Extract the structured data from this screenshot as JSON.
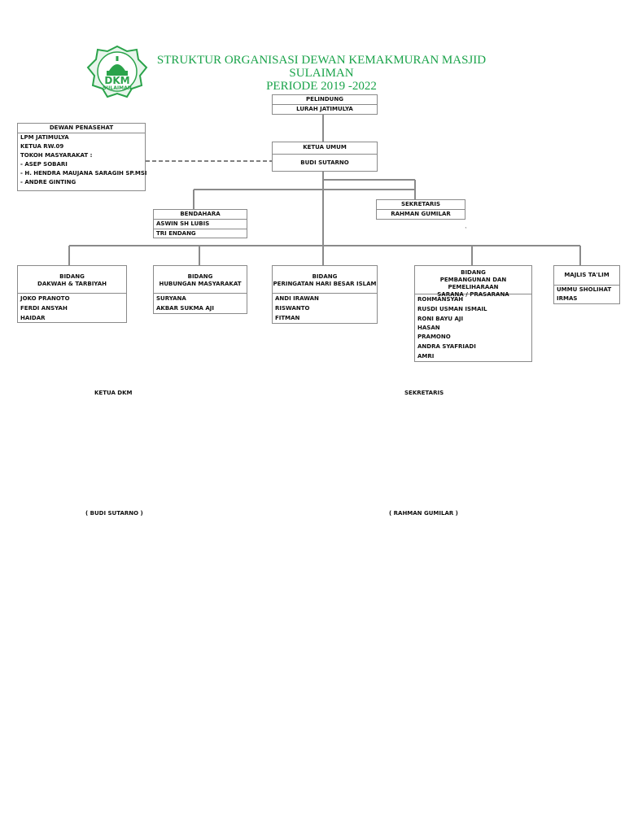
{
  "title": {
    "line1": "STRUKTUR ORGANISASI DEWAN KEMAKMURAN MASJID SULAIMAN",
    "line2": "PERIODE 2019 -2022"
  },
  "logo": {
    "icon": "mosque-logo-icon",
    "text_main": "DKM",
    "text_sub": "SULAIMAN"
  },
  "pelindung": {
    "header": "PELINDUNG",
    "members": [
      "LURAH JATIMULYA"
    ]
  },
  "penasehat": {
    "header": "DEWAN PENASEHAT",
    "members": [
      "LPM JATIMULYA",
      "KETUA RW.09",
      "TOKOH MASYARAKAT :",
      "- ASEP SOBARI",
      "- H. HENDRA MAUJANA SARAGIH SP.MSI",
      "- ANDRE GINTING"
    ]
  },
  "ketua": {
    "header": "KETUA UMUM",
    "members": [
      "BUDI SUTARNO"
    ]
  },
  "bendahara": {
    "header": "BENDAHARA",
    "members": [
      "ASWIN SH LUBIS",
      "TRI ENDANG"
    ]
  },
  "sekretaris": {
    "header": "SEKRETARIS",
    "members": [
      "RAHMAN GUMILAR"
    ]
  },
  "stray_mark": "`",
  "bidang": [
    {
      "header": [
        "BIDANG",
        "DAKWAH & TARBIYAH"
      ],
      "members": [
        "JOKO PRANOTO",
        "FERDI ANSYAH",
        "HAIDAR"
      ]
    },
    {
      "header": [
        "BIDANG",
        "HUBUNGAN MASYARAKAT"
      ],
      "members": [
        "SURYANA",
        "AKBAR SUKMA AJI"
      ]
    },
    {
      "header": [
        "BIDANG",
        "PERINGATAN HARI BESAR ISLAM"
      ],
      "members": [
        "ANDI IRAWAN",
        "RISWANTO",
        "FITMAN"
      ]
    },
    {
      "header": [
        "BIDANG",
        "PEMBANGUNAN DAN PEMELIHARAAN",
        "SARANA / PRASARANA"
      ],
      "members": [
        "ROHMANSYAH",
        "RUSDI USMAN ISMAIL",
        "RONI BAYU AJI",
        "HASAN",
        "PRAMONO",
        "ANDRA SYAFRIADI",
        "AMRI"
      ]
    },
    {
      "header": [
        "MAJLIS TA'LIM"
      ],
      "members": [
        "UMMU SHOLIHAT",
        "IRMAS"
      ]
    }
  ],
  "signatures": {
    "left_title": "KETUA DKM",
    "left_name": "( BUDI SUTARNO )",
    "right_title": "SEKRETARIS",
    "right_name": "( RAHMAN GUMILAR )"
  },
  "colors": {
    "title": "#1aa34a",
    "border": "#8a8a8a",
    "logo": "#2aa34a"
  }
}
